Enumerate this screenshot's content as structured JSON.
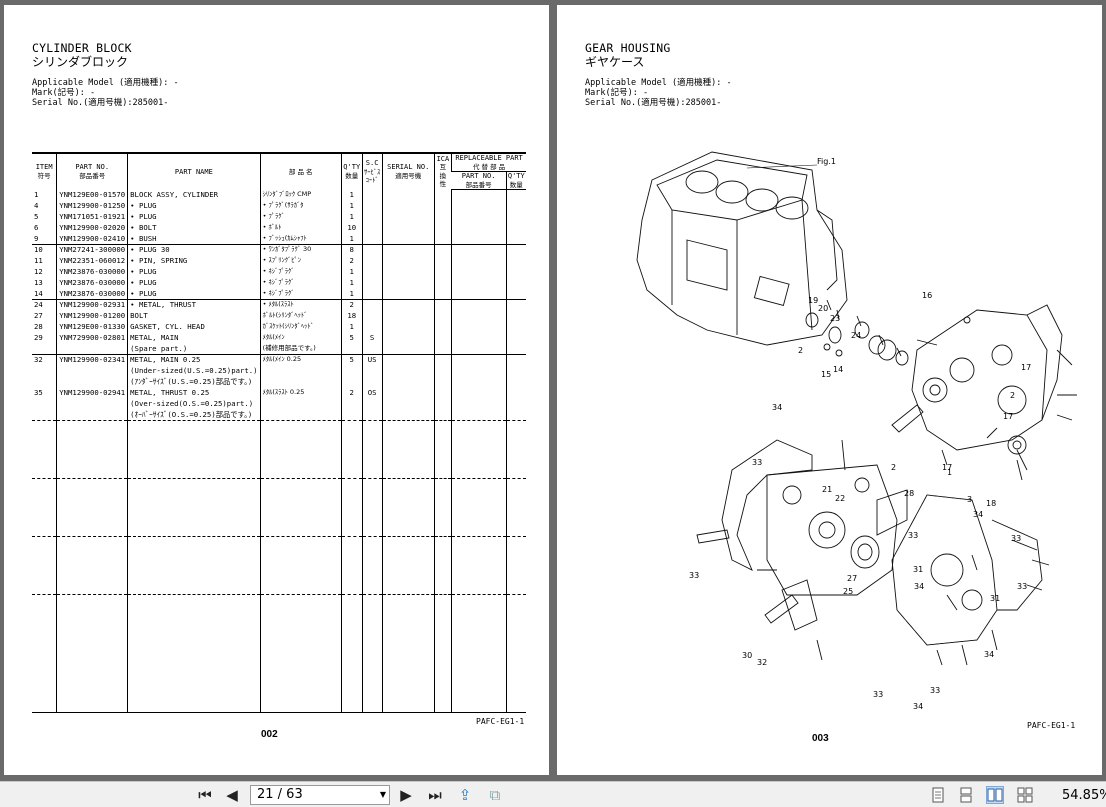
{
  "left_page": {
    "title_en": "CYLINDER BLOCK",
    "title_jp": "シリンダブロック",
    "applicable_model": "Applicable Model (適用機種): -",
    "mark": "Mark(記号): -",
    "serial": "Serial No.(適用号機):285001-",
    "headers": {
      "item": "ITEM",
      "item_jp": "符号",
      "part_no": "PART NO.",
      "part_no_jp": "部品番号",
      "part_name": "PART NAME",
      "part_name_jp": "部 品 名",
      "qty": "Q'TY",
      "qty_jp": "数量",
      "sc": "S.C",
      "sc_jp": "ｻｰﾋﾞｽ",
      "sc_jp2": "ｺｰﾄﾞ",
      "serial": "SERIAL NO.",
      "serial_jp": "適用号機",
      "ica": "ICA",
      "ica_jp1": "互",
      "ica_jp2": "換",
      "ica_jp3": "性",
      "replaceable": "REPLACEABLE PART",
      "replaceable_jp": "代 替 部 品",
      "rep_part_no": "PART NO.",
      "rep_part_no_jp": "部品番号",
      "rep_qty": "Q'TY",
      "rep_qty_jp": "数量"
    },
    "rows": [
      {
        "item": "1",
        "part_no": "YNM129E00-01570",
        "name": "BLOCK ASSY, CYLINDER",
        "jp": "ｼﾘﾝﾀﾞﾌﾞﾛｯｸ CMP",
        "qty": "1",
        "sc": "",
        "grp": false
      },
      {
        "item": "4",
        "part_no": "YNM129900-01250",
        "name": "• PLUG",
        "jp": "• ﾌﾟﾗｸﾞ(ｻﾗｶﾞﾀ",
        "qty": "1",
        "sc": "",
        "grp": false
      },
      {
        "item": "5",
        "part_no": "YNM171051-01921",
        "name": "• PLUG",
        "jp": "• ﾌﾟﾗｸﾞ",
        "qty": "1",
        "sc": "",
        "grp": false
      },
      {
        "item": "6",
        "part_no": "YNM129900-02020",
        "name": "• BOLT",
        "jp": "• ﾎﾞﾙﾄ",
        "qty": "10",
        "sc": "",
        "grp": false
      },
      {
        "item": "9",
        "part_no": "YNM129900-02410",
        "name": "• BUSH",
        "jp": "• ﾌﾞｯｼｭ(ｶﾑｼｬﾌﾄ",
        "qty": "1",
        "sc": "",
        "grp": false
      },
      {
        "item": "10",
        "part_no": "YNM27241-300000",
        "name": "• PLUG 30",
        "jp": "• ﾜﾝｶﾞﾀﾌﾟﾗｸﾞ 30",
        "qty": "8",
        "sc": "",
        "grp": true
      },
      {
        "item": "11",
        "part_no": "YNM22351-060012",
        "name": "• PIN, SPRING",
        "jp": "• ｽﾌﾟﾘﾝｸﾞﾋﾟﾝ",
        "qty": "2",
        "sc": "",
        "grp": false
      },
      {
        "item": "12",
        "part_no": "YNM23876-030000",
        "name": "• PLUG",
        "jp": "• ﾈｼﾞﾌﾟﾗｸﾞ",
        "qty": "1",
        "sc": "",
        "grp": false
      },
      {
        "item": "13",
        "part_no": "YNM23876-030000",
        "name": "• PLUG",
        "jp": "• ﾈｼﾞﾌﾟﾗｸﾞ",
        "qty": "1",
        "sc": "",
        "grp": false
      },
      {
        "item": "14",
        "part_no": "YNM23876-030000",
        "name": "• PLUG",
        "jp": "• ﾈｼﾞﾌﾟﾗｸﾞ",
        "qty": "1",
        "sc": "",
        "grp": false
      },
      {
        "item": "24",
        "part_no": "YNM129900-02931",
        "name": "• METAL, THRUST",
        "jp": "• ﾒﾀﾙ(ｽﾗｽﾄ",
        "qty": "2",
        "sc": "",
        "grp": true
      },
      {
        "item": "27",
        "part_no": "YNM129900-01200",
        "name": "BOLT",
        "jp": "ﾎﾞﾙﾄ(ｼﾘﾝﾀﾞﾍｯﾄﾞ",
        "qty": "18",
        "sc": "",
        "grp": false
      },
      {
        "item": "28",
        "part_no": "YNM129E00-01330",
        "name": "GASKET, CYL. HEAD",
        "jp": "ｶﾞｽｹｯﾄ(ｼﾘﾝﾀﾞﾍｯﾄﾞ",
        "qty": "1",
        "sc": "",
        "grp": false
      },
      {
        "item": "29",
        "part_no": "YNM729900-02801",
        "name": "METAL, MAIN",
        "jp": "ﾒﾀﾙ(ﾒｲﾝ",
        "qty": "5",
        "sc": "S",
        "grp": false
      },
      {
        "item": "",
        "part_no": "",
        "name": "(Spare part.)",
        "jp": "(補修用部品です。)",
        "qty": "",
        "sc": "",
        "grp": false
      },
      {
        "item": "32",
        "part_no": "YNM129900-02341",
        "name": "METAL, MAIN 0.25",
        "jp": "ﾒﾀﾙ(ﾒｲﾝ 0.25",
        "qty": "5",
        "sc": "US",
        "grp": true
      },
      {
        "item": "",
        "part_no": "",
        "name": "(Under-sized(U.S.=0.25)part.)",
        "jp": "",
        "qty": "",
        "sc": "",
        "grp": false
      },
      {
        "item": "",
        "part_no": "",
        "name": "(ｱﾝﾀﾞｰｻｲｽﾞ(U.S.=0.25)部品です。)",
        "jp": "",
        "qty": "",
        "sc": "",
        "grp": false
      },
      {
        "item": "35",
        "part_no": "YNM129900-02941",
        "name": "METAL, THRUST 0.25",
        "jp": "ﾒﾀﾙ(ｽﾗｽﾄ 0.25",
        "qty": "2",
        "sc": "OS",
        "grp": false
      },
      {
        "item": "",
        "part_no": "",
        "name": "(Over-sized(O.S.=0.25)part.)",
        "jp": "",
        "qty": "",
        "sc": "",
        "grp": false
      },
      {
        "item": "",
        "part_no": "",
        "name": "(ｵｰﾊﾞｰｻｲｽﾞ(O.S.=0.25)部品です。)",
        "jp": "",
        "qty": "",
        "sc": "",
        "grp": false
      }
    ],
    "ref": "PAFC-EG1-1",
    "page_number": "002"
  },
  "right_page": {
    "title_en": "GEAR HOUSING",
    "title_jp": "ギヤケース",
    "applicable_model": "Applicable Model (適用機種): -",
    "mark": "Mark(記号): -",
    "serial": "Serial No.(適用号機):285001-",
    "fig_label": "Fig.1",
    "callouts": [
      "19",
      "20",
      "23",
      "24",
      "16",
      "2",
      "14",
      "15",
      "17",
      "2",
      "17",
      "18",
      "3",
      "34",
      "1",
      "2",
      "17",
      "34",
      "33",
      "21",
      "22",
      "28",
      "33",
      "31",
      "33",
      "31",
      "34",
      "33",
      "27",
      "25",
      "33",
      "30",
      "32",
      "34",
      "33",
      "34",
      "33"
    ],
    "ref": "PAFC-EG1-1",
    "page_number": "003"
  },
  "toolbar": {
    "page_indicator": "21 / 63",
    "zoom": "54.85%"
  }
}
